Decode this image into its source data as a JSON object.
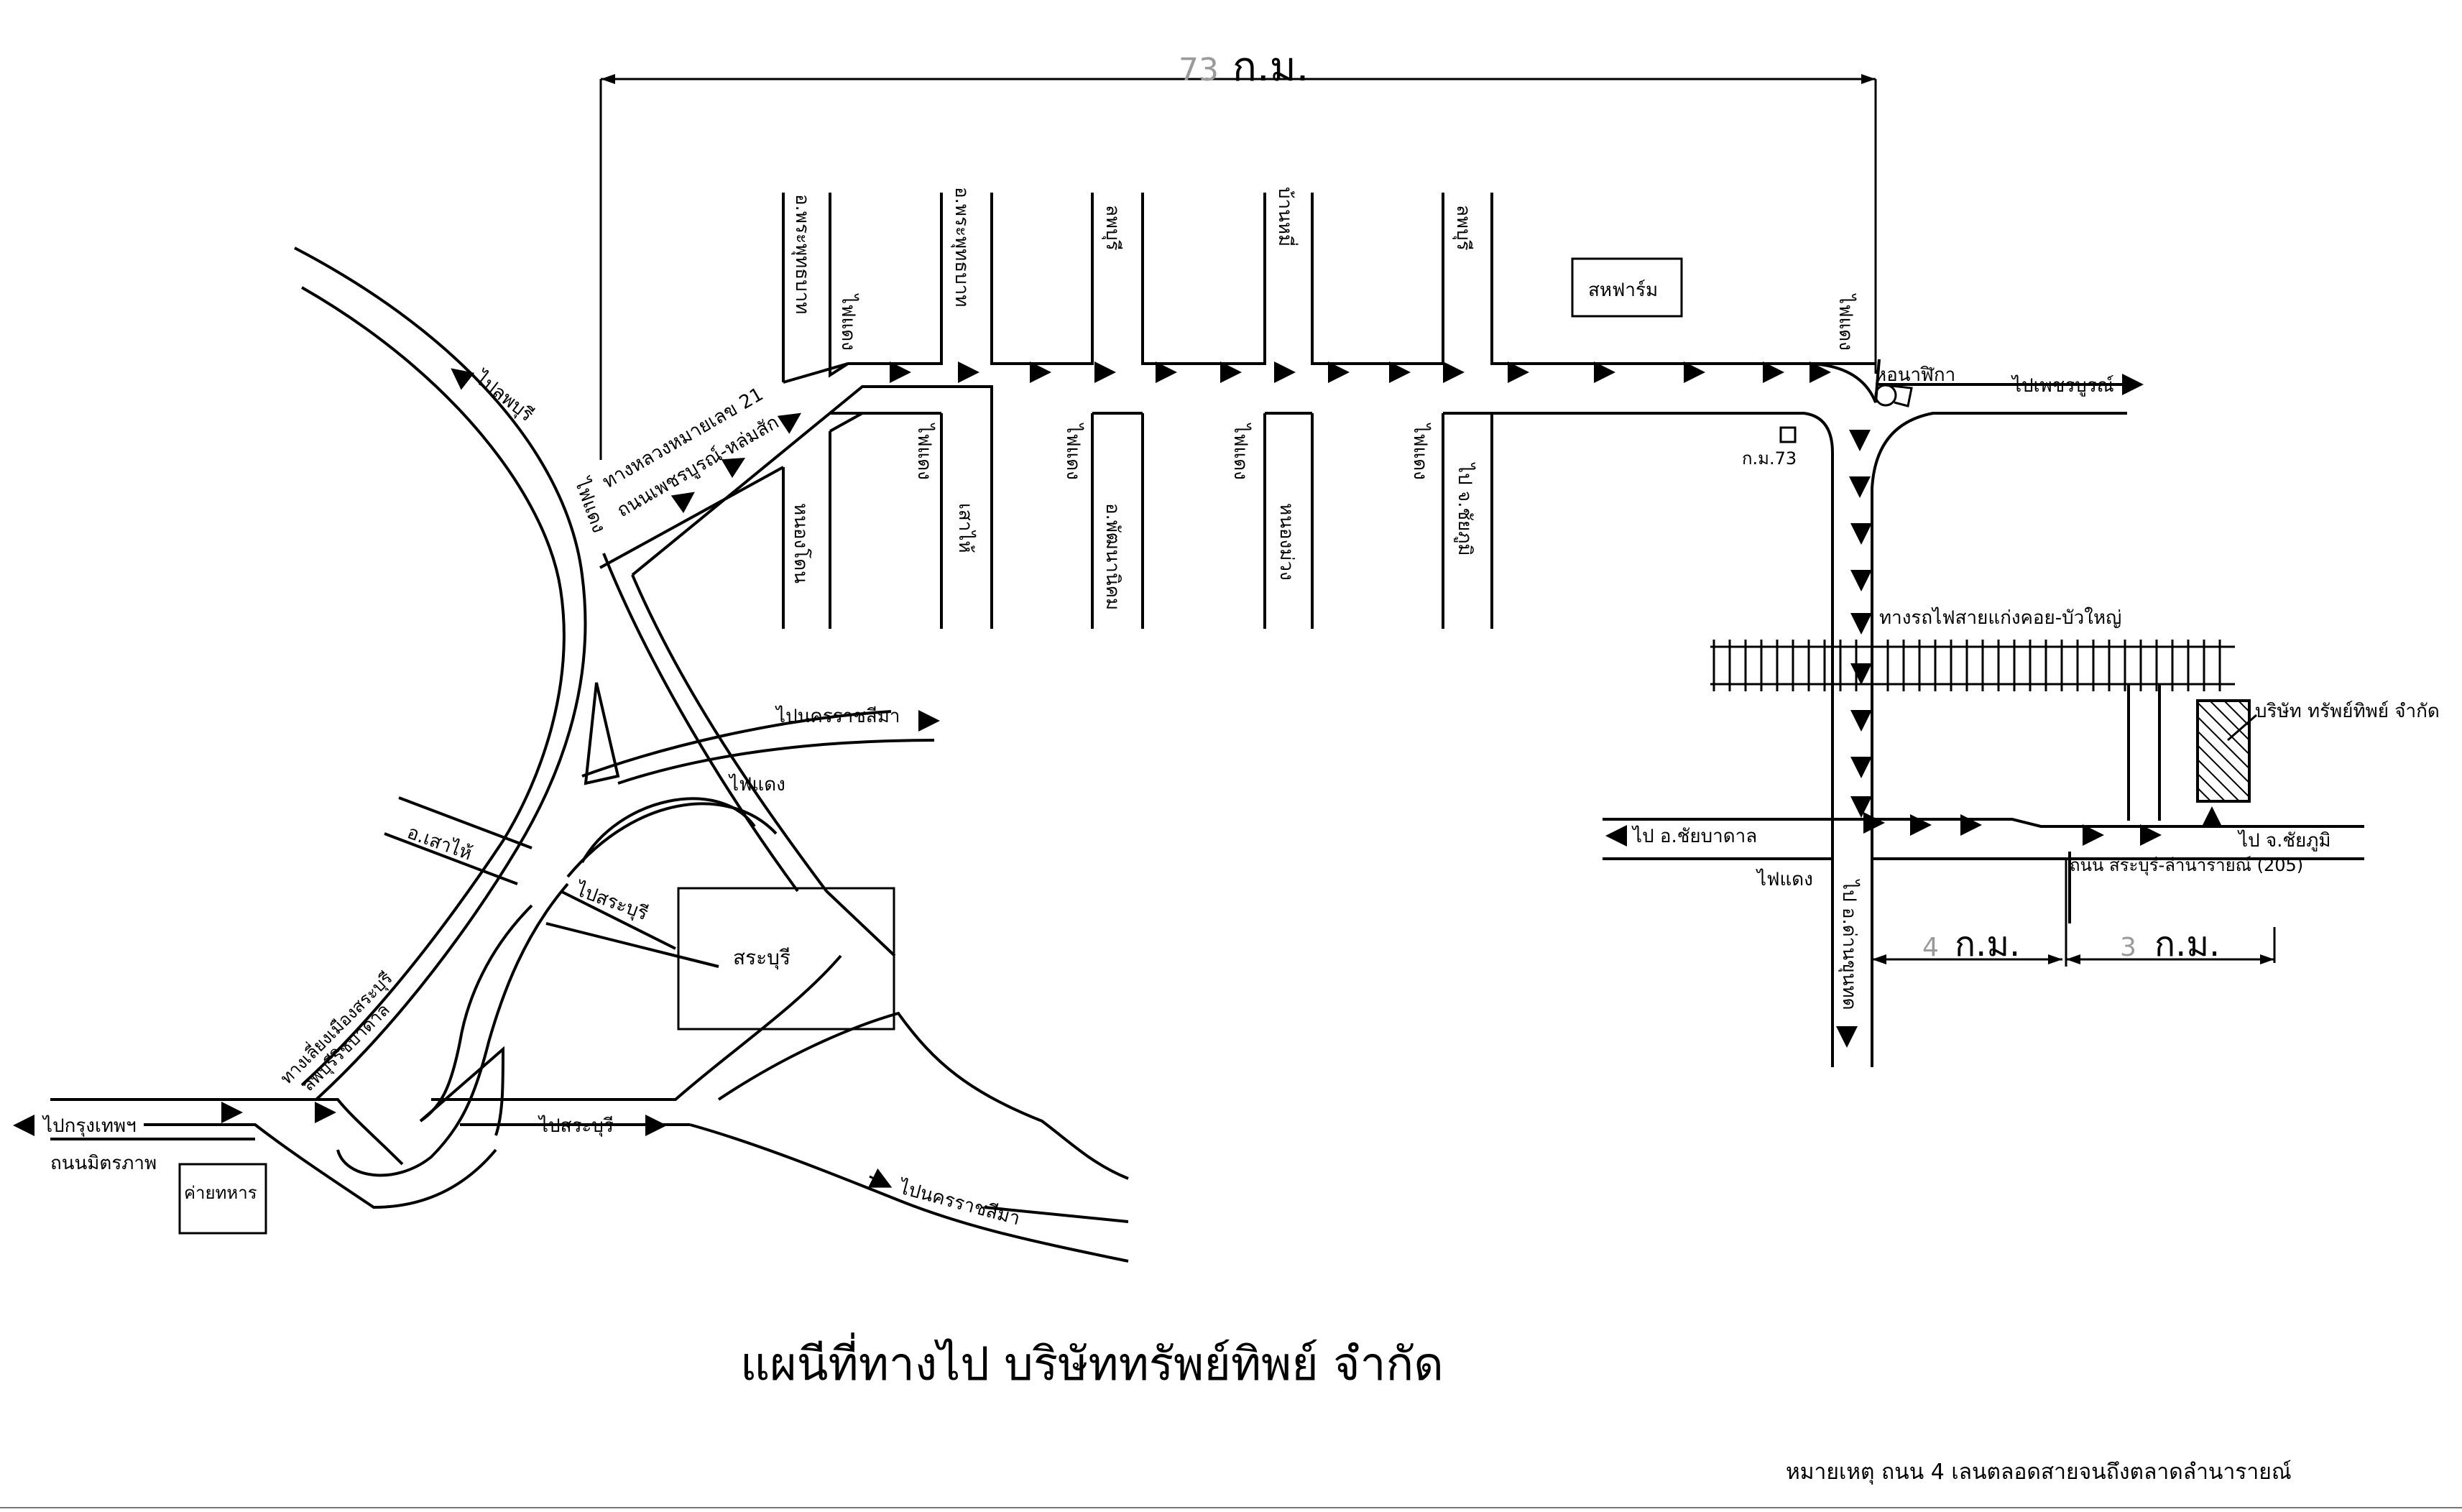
{
  "map": {
    "title": "แผนีที่ทางไป บริษัททรัพย์ทิพย์  จำกัด",
    "note": "หมายเหตุ ถนน 4 เลนตลอดสายจนถึงตลาดลำนารายณ์",
    "distance_top": {
      "num": "73",
      "unit": "ก.ม."
    },
    "distance_left": {
      "num": "4",
      "unit": "ก.ม."
    },
    "distance_right": {
      "num": "3",
      "unit": "ก.ม."
    },
    "labels": {
      "to_lopburi": "ไปลพบุรี",
      "highway21": "ทางหลวงหมายเลข 21",
      "phetchabun_rd": "ถนนเพชรบูรณ์-หล่มสัก",
      "traffic_light": "ไฟแดง",
      "phra_phutthabat_1": "อ.พระพุทธบาท",
      "phra_phutthabat_2": "อ.พระพุทธบาท",
      "lopburi_1": "ลพบุรี",
      "lopburi_2": "ลพบุรี",
      "ban_mi": "บ้านหมี่",
      "sahafarm": "สหฟาร์ม",
      "clock_tower": "หอนาฬิกา",
      "to_phetchabun": "ไปเพชรบูรณ์",
      "km73": "ก.ม.73",
      "nong_don": "หนองโดน",
      "sao_hai_1": "เสาไห้",
      "phatthana_nikhom": "อ.พัฒนานิคม",
      "non_muang": "หนองม่วง",
      "to_chaiyaphum": "ไป จ.ชัยภูมิ",
      "to_nakhon_ratchasima": "ไปนครราชสีมา",
      "sao_hai": "อ.เสาไห้",
      "to_saraburi": "ไปสระบุรี",
      "saraburi": "สระบุรี",
      "city_bypass_1": "ทางเลี่ยงเมืองสระบุรี",
      "city_bypass_2": "ลพบุรีริชบาดาล",
      "to_bangkok": "ไปกรุงเทพฯ",
      "mittraphap_rd": "ถนนมิตรภาพ",
      "military_camp": "ค่ายทหาร",
      "railway": "ทางรถไฟสายแก่งคอย-บัวใหญ่",
      "company": "บริษัท ทรัพย์ทิพย์ จำกัด",
      "to_chai_badan": "ไป อ.ชัยบาดาล",
      "saraburi_narai_rd": "ถนน สระบุรี-ลำนารายณ์ (205)",
      "to_dan_khun_thot": "ไป อ.ด่านขุนทด",
      "to_chaiyaphum_prov": "ไป จ.ชัยภูมิ"
    }
  }
}
